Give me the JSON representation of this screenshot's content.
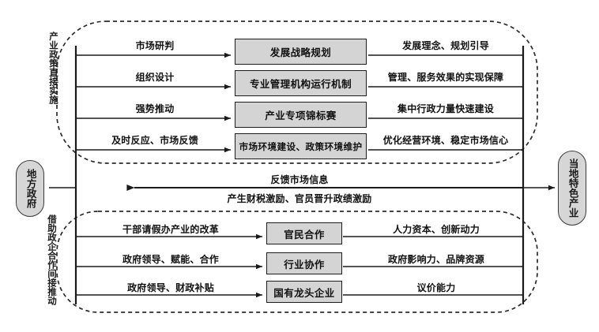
{
  "diagram": {
    "title_alt": "地方政府产业政策作用机制图",
    "colors": {
      "box_fill": "#d4d4d4",
      "box_border": "#1c1c1c",
      "capsule_fill": "#d6d6d6",
      "line": "#1a1a1a",
      "dashed_region": "#2b2b2b",
      "background": "#ffffff"
    },
    "nodes": {
      "left_actor": "地方政府",
      "right_actor": "当地特色产业"
    },
    "groups": {
      "upper_caption": "产业政策直接实施",
      "lower_caption": "借助政企合作间接推动"
    },
    "upper_rows": [
      {
        "input_label": "市场研判",
        "box": "发展战略规划",
        "output_label": "发展理念、规划引导"
      },
      {
        "input_label": "组织设计",
        "box": "专业管理机构运行机制",
        "output_label": "管理、服务效果的实现保障"
      },
      {
        "input_label": "强势推动",
        "box": "产业专项锦标赛",
        "output_label": "集中行政力量快速建设"
      },
      {
        "input_label": "及时反应、市场反馈",
        "box": "市场环境建设、政策环境维护",
        "output_label": "优化经营环境、稳定市场信心"
      }
    ],
    "feedback": {
      "label_top": "反馈市场信息",
      "label_bottom": "产生财税激励、官员晋升政绩激励",
      "direction": "right-to-left"
    },
    "lower_rows": [
      {
        "input_label": "干部请假办产业的改革",
        "box": "官民合作",
        "output_label": "人力资本、创新动力"
      },
      {
        "input_label": "政府领导、赋能、合作",
        "box": "行业协作",
        "output_label": "政府影响力、品牌资源"
      },
      {
        "input_label": "政府领导、财政补贴",
        "box": "国有龙头企业",
        "output_label": "议价能力"
      }
    ]
  }
}
